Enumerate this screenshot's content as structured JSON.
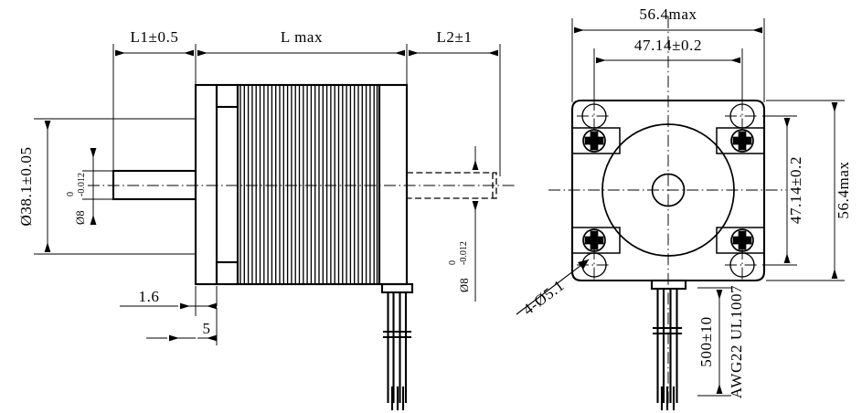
{
  "drawing": {
    "title": "Stepper Motor Dimensional Drawing",
    "units": "mm",
    "line_color": "#000000",
    "background_color": "#ffffff"
  },
  "side_view": {
    "name": "side-view",
    "dimensions": {
      "shaft_front_length": "L1±0.5",
      "body_length": "L  max",
      "shaft_rear_length": "L2±1",
      "flange_diameter": "Ø38.1±0.05",
      "shaft_diameter_front": "Ø8",
      "shaft_tolerance_front_upper": "0",
      "shaft_tolerance_front_lower": "-0.012",
      "shaft_diameter_rear": "Ø8",
      "shaft_tolerance_rear_upper": "0",
      "shaft_tolerance_rear_lower": "-0.012",
      "boss_height": "1.6",
      "boss_length": "5"
    }
  },
  "front_view": {
    "name": "front-view",
    "dimensions": {
      "frame_width_max": "56.4max",
      "mounting_pitch_horizontal": "47.14±0.2",
      "mounting_pitch_vertical": "47.14±0.2",
      "frame_height_max": "56.4max",
      "mounting_holes": "4-Ø5.1",
      "lead_length": "500±10",
      "lead_spec": "AWG22 UL1007"
    }
  },
  "labels": [
    {
      "id": "l1",
      "text": "L1±0.5"
    },
    {
      "id": "lmax",
      "text": "L  max"
    },
    {
      "id": "l2",
      "text": "L2±1"
    },
    {
      "id": "flange",
      "text": "Ø38.1±0.05"
    },
    {
      "id": "shaft-f",
      "text": "Ø8"
    },
    {
      "id": "shaft-r",
      "text": "Ø8"
    },
    {
      "id": "boss-h",
      "text": "1.6"
    },
    {
      "id": "boss-l",
      "text": "5"
    },
    {
      "id": "w-max",
      "text": "56.4max"
    },
    {
      "id": "pitch-h",
      "text": "47.14±0.2"
    },
    {
      "id": "pitch-v",
      "text": "47.14±0.2"
    },
    {
      "id": "h-max",
      "text": "56.4max"
    },
    {
      "id": "holes",
      "text": "4-Ø5.1"
    },
    {
      "id": "lead-len",
      "text": "500±10"
    },
    {
      "id": "lead-spec",
      "text": "AWG22 UL1007"
    }
  ]
}
